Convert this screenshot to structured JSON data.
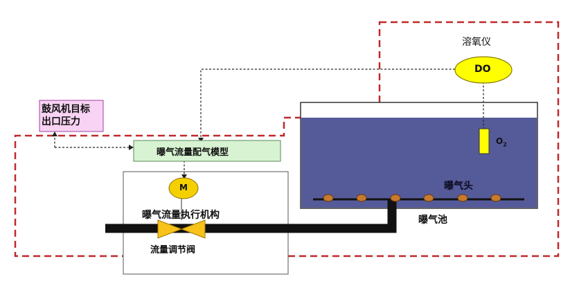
{
  "labels": {
    "do_meter": "溶氧仪",
    "do_symbol": "DO",
    "o2_main": "O",
    "o2_sub": "2",
    "blower_line1": "鼓风机目标",
    "blower_line2": "出口压力",
    "model": "曝气流量配气模型",
    "motor_symbol": "M",
    "actuator": "曝气流量执行机构",
    "valve": "流量调节阀",
    "aerator_head": "曝气头",
    "aeration_tank": "曝气池"
  },
  "colors": {
    "dashed_boundary": "#c0282a",
    "tank_water": "#555a99",
    "tank_frame": "#333333",
    "do_fill": "#ffff00",
    "do_stroke": "#8a7a00",
    "blower_fill": "#f8d3f3",
    "blower_stroke": "#a040a0",
    "model_fill": "#d7f3d1",
    "model_stroke": "#5a8a55",
    "motor_fill": "#f4d000",
    "valve_fill": "#f7c21a",
    "diffuser_fill": "#c77a2e",
    "pipe": "#111111"
  }
}
